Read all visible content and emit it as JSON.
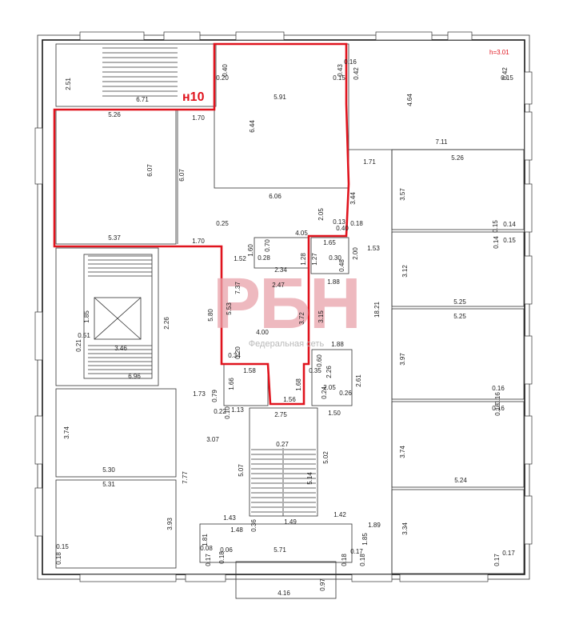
{
  "unit_label": "н10",
  "height_label": "h=3.01",
  "watermark": {
    "logo": "РБН",
    "subtitle": "Федеральная сеть"
  },
  "dimensions": [
    "2.51",
    "6.71",
    "0.40",
    "0.20",
    "5.91",
    "6.44",
    "0.43",
    "0.15",
    "0.16",
    "0.42",
    "4.64",
    "0.42",
    "0.15",
    "5.26",
    "1.70",
    "6.07",
    "6.07",
    "6.06",
    "7.11",
    "5.26",
    "1.71",
    "3.57",
    "3.44",
    "2.05",
    "0.13",
    "0.40",
    "0.18",
    "0.15",
    "0.14",
    "0.25",
    "5.37",
    "1.70",
    "4.05",
    "1.60",
    "0.70",
    "0.28",
    "1.65",
    "0.30",
    "0.48",
    "2.00",
    "1.53",
    "1.52",
    "1.28",
    "1.27",
    "0.14",
    "0.15",
    "2.34",
    "1.88",
    "3.12",
    "7.37",
    "2.47",
    "5.53",
    "5.80",
    "1.85",
    "2.26",
    "0.51",
    "0.21",
    "3.46",
    "4.00",
    "3.72",
    "3.15",
    "18.21",
    "5.25",
    "5.25",
    "0.34",
    "0.20",
    "1.88",
    "3.97",
    "1.58",
    "0.60",
    "0.35",
    "2.26",
    "2.61",
    "6.96",
    "1.66",
    "1.68",
    "0.24",
    "2.05",
    "0.26",
    "1.73",
    "0.79",
    "0.22",
    "1.56",
    "0.10",
    "1.13",
    "0.16",
    "0.16",
    "0.16",
    "0.16",
    "2.75",
    "1.50",
    "3.74",
    "3.07",
    "0.27",
    "5.02",
    "3.74",
    "7.77",
    "5.07",
    "5.14",
    "5.30",
    "5.31",
    "5.24",
    "3.93",
    "1.43",
    "1.42",
    "1.89",
    "0.36",
    "1.49",
    "1.48",
    "1.81",
    "3.34",
    "1.85",
    "0.15",
    "0.08",
    "0.06",
    "5.71",
    "0.17",
    "0.18",
    "0.18",
    "0.17",
    "0.18",
    "0.17",
    "0.17",
    "0.18",
    "0.97",
    "4.16"
  ]
}
